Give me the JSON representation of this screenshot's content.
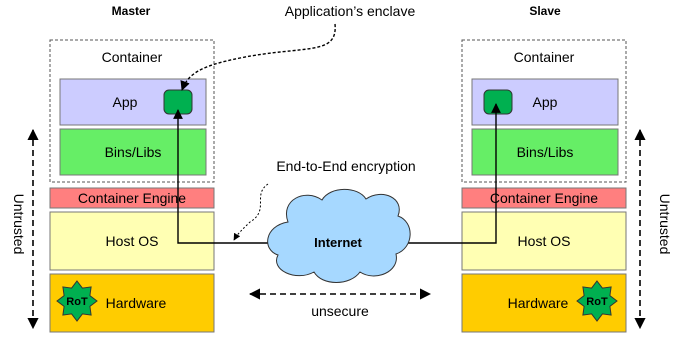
{
  "master": {
    "title": "Master",
    "container": "Container",
    "app": "App",
    "bins": "Bins/Libs",
    "engine": "Container Engine",
    "host_os": "Host OS",
    "hardware": "Hardware",
    "rot": "RoT"
  },
  "slave": {
    "title": "Slave",
    "container": "Container",
    "app": "App",
    "bins": "Bins/Libs",
    "engine": "Container Engine",
    "host_os": "Host OS",
    "hardware": "Hardware",
    "rot": "RoT"
  },
  "labels": {
    "enclave": "Application’s enclave",
    "e2e": "End-to-End encryption",
    "internet": "Internet",
    "unsecure": "unsecure",
    "untrusted_left": "Untrusted",
    "untrusted_right": "Untrusted"
  },
  "colors": {
    "app": "#ccccff",
    "bins": "#66ee66",
    "engine": "#ff7f7f",
    "host_os": "#ffffb3",
    "hardware": "#ffcc00",
    "enclave": "#00b050",
    "cloud": "#a6d8ff"
  }
}
